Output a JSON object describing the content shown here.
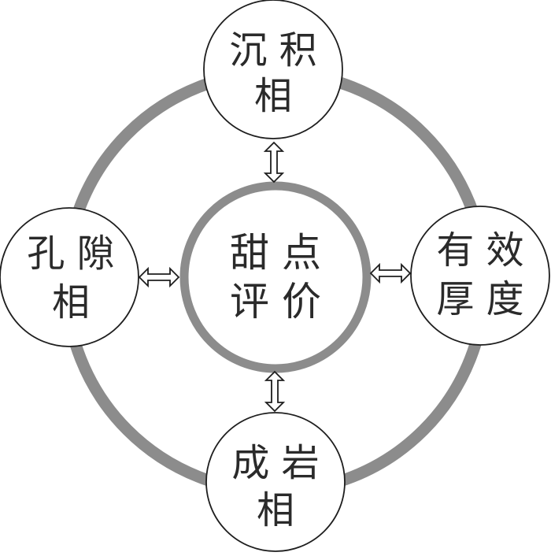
{
  "colors": {
    "ring": "#8c8c8c",
    "node_stroke": "#1e1e1e",
    "node_fill": "#ffffff",
    "arrow_stroke": "#1e1e1e",
    "text": "#2a2a2a"
  },
  "center": {
    "line1": "甜 点",
    "line2": "评 价"
  },
  "nodes": {
    "top": {
      "line1": "沉 积",
      "line2": "相"
    },
    "left": {
      "line1": "孔 隙",
      "line2": "相"
    },
    "right": {
      "line1": "有 效",
      "line2": "厚 度"
    },
    "bottom": {
      "line1": "成 岩",
      "line2": "相"
    }
  },
  "connectors": [
    "double-arrow-icon",
    "double-arrow-icon",
    "double-arrow-icon",
    "double-arrow-icon"
  ]
}
